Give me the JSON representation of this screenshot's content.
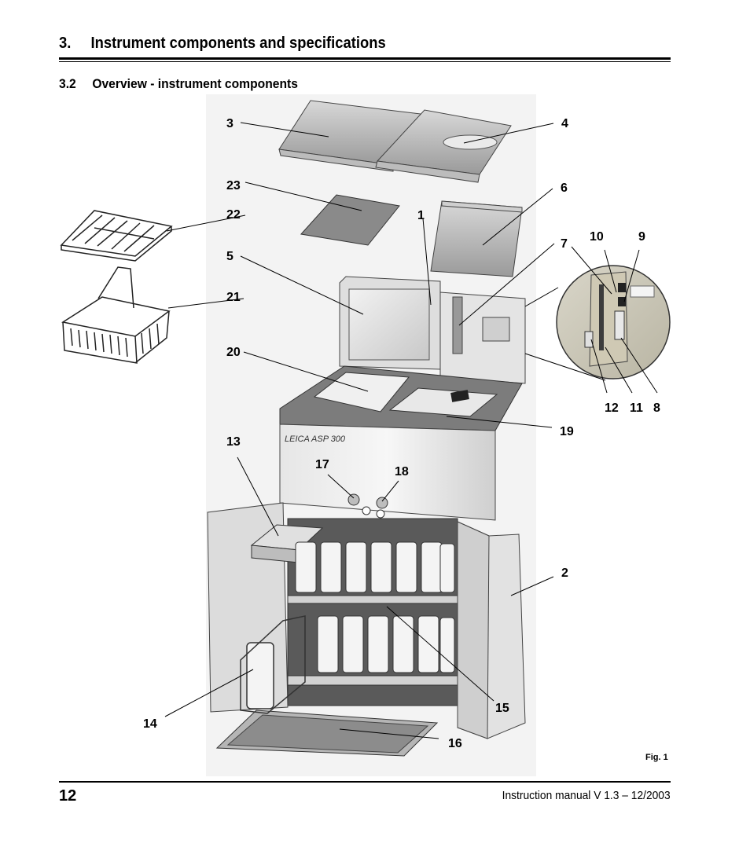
{
  "header": {
    "chapter_number": "3.",
    "chapter_title": "Instrument components and specifications",
    "section_number": "3.2",
    "section_title": "Overview - instrument components"
  },
  "figure": {
    "printed_text": "LEICA ASP 300",
    "callouts": [
      "1",
      "2",
      "3",
      "4",
      "5",
      "6",
      "7",
      "8",
      "9",
      "10",
      "11",
      "12",
      "13",
      "14",
      "15",
      "16",
      "17",
      "18",
      "19",
      "20",
      "21",
      "22",
      "23"
    ],
    "caption": "Fig. 1"
  },
  "footer": {
    "page_number": "12",
    "manual_version": "Instruction manual V 1.3 – 12/2003"
  }
}
